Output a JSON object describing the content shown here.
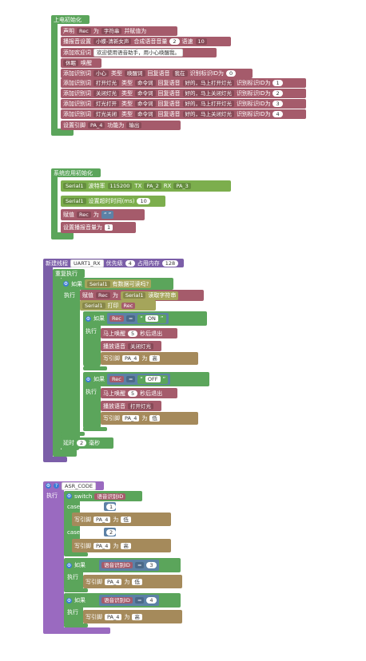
{
  "colors": {
    "green": "#5ba55b",
    "purple": "#7b5ea8",
    "red": "#a55b6b",
    "teal": "#5c81a6",
    "violet": "#9a6ac0",
    "orange": "#b88a4a"
  },
  "init": {
    "title": "上电初始化",
    "rows": [
      [
        "声明",
        "Rec",
        "为",
        "字符串",
        "并赋值为"
      ],
      [
        "播报音设置",
        "小蝶-清新女声",
        "合成语音音量",
        "2",
        "语速",
        "10"
      ],
      [
        "添加欢迎词",
        "欢迎使用语音助手，用小心唤醒我。"
      ],
      [
        "休眠",
        "唤醒"
      ],
      [
        "添加识别词",
        "小心",
        "类型",
        "唤醒词",
        "回复语音",
        "我在",
        "识别标识ID为",
        "0"
      ],
      [
        "添加识别词",
        "打开灯光",
        "类型",
        "命令词",
        "回复语音",
        "好的，马上打开灯光",
        "识别标识ID为",
        "1"
      ],
      [
        "添加识别词",
        "关闭灯光",
        "类型",
        "命令词",
        "回复语音",
        "好的，马上关闭灯光",
        "识别标识ID为",
        "2"
      ],
      [
        "添加识别词",
        "灯光打开",
        "类型",
        "命令词",
        "回复语音",
        "好的，马上打开灯光",
        "识别标识ID为",
        "3"
      ],
      [
        "添加识别词",
        "灯光关闭",
        "类型",
        "命令词",
        "回复语音",
        "好的，马上关闭灯光",
        "识别标识ID为",
        "4"
      ],
      [
        "设置引脚",
        "PA_4",
        "功能为",
        "输出"
      ]
    ]
  },
  "sys": {
    "title": "系统应用初始化",
    "serial_row": [
      "Serial1",
      "波特率",
      "115200",
      "TX",
      "PA_2",
      "RX",
      "PA_3"
    ],
    "timeout_row": [
      "Serial1",
      "设置超时时间(ms)",
      "10"
    ],
    "assign_row": [
      "赋值",
      "Rec",
      "为",
      "“ ”"
    ],
    "volume_row": [
      "设置播报音量为",
      "1"
    ]
  },
  "thread": {
    "header": [
      "新建线程",
      "UART1_RX",
      "优先级",
      "4",
      "占用内存",
      "128"
    ],
    "repeat": "重复执行",
    "if_label": "如果",
    "do_label": "执行",
    "serial_avail": [
      "Serial1",
      "有数据可读吗?"
    ],
    "assign_read": [
      "赋值",
      "Rec",
      "为",
      "Serial1",
      "读取字符串"
    ],
    "print_row": [
      "Serial1",
      "打印",
      "Rec"
    ],
    "cond_on": [
      "Rec",
      "=",
      "ON"
    ],
    "cond_off": [
      "Rec",
      "=",
      "OFF"
    ],
    "wake_exit": [
      "马上唤醒",
      "5",
      "秒后退出"
    ],
    "play_on": [
      "播放语音",
      "关闭灯光"
    ],
    "play_off": [
      "播放语音",
      "打开灯光"
    ],
    "write_high": [
      "写引脚",
      "PA_4",
      "为",
      "高"
    ],
    "write_low": [
      "写引脚",
      "PA_4",
      "为",
      "低"
    ],
    "delay": [
      "延时",
      "2",
      "毫秒"
    ]
  },
  "asr": {
    "name": "ASR_CODE",
    "do_label": "执行",
    "switch_label": "switch",
    "switch_var": "语音识别ID",
    "case_label": "case",
    "case1": "1",
    "case2": "2",
    "write_low": [
      "写引脚",
      "PA_4",
      "为",
      "低"
    ],
    "write_high": [
      "写引脚",
      "PA_4",
      "为",
      "高"
    ],
    "if_label": "如果",
    "cond3": [
      "语音识别ID",
      "=",
      "3"
    ],
    "cond4": [
      "语音识别ID",
      "=",
      "4"
    ]
  }
}
